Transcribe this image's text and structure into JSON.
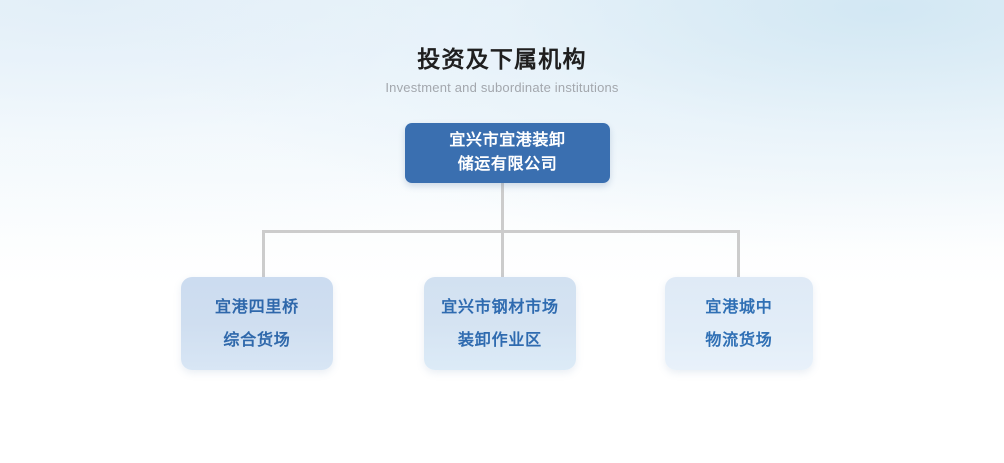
{
  "header": {
    "title_cn": "投资及下属机构",
    "title_en": "Investment and subordinate institutions"
  },
  "colors": {
    "root_fill": "#3a6fb0",
    "root_text": "#ffffff",
    "child_text": "#2f6bb0",
    "connector": "#cccccc",
    "title_cn_color": "#1f1f1f",
    "title_en_color": "#a3a7ad",
    "background_top": "#e9f2f9",
    "background_bottom": "#ffffff"
  },
  "org_chart": {
    "root": {
      "lines": [
        "宜兴市宜港装卸",
        "储运有限公司"
      ],
      "full_name": "宜兴市宜港装卸储运有限公司"
    },
    "children": [
      {
        "lines": [
          "宜港四里桥",
          "综合货场"
        ],
        "full_name": "宜港四里桥综合货场",
        "fill": "#cfdef0"
      },
      {
        "lines": [
          "宜兴市钢材市场",
          "装卸作业区"
        ],
        "full_name": "宜兴市钢材市场装卸作业区",
        "fill": "#d5e3f2"
      },
      {
        "lines": [
          "宜港城中",
          "物流货场"
        ],
        "full_name": "宜港城中物流货场",
        "fill": "#e2edf8"
      }
    ]
  }
}
